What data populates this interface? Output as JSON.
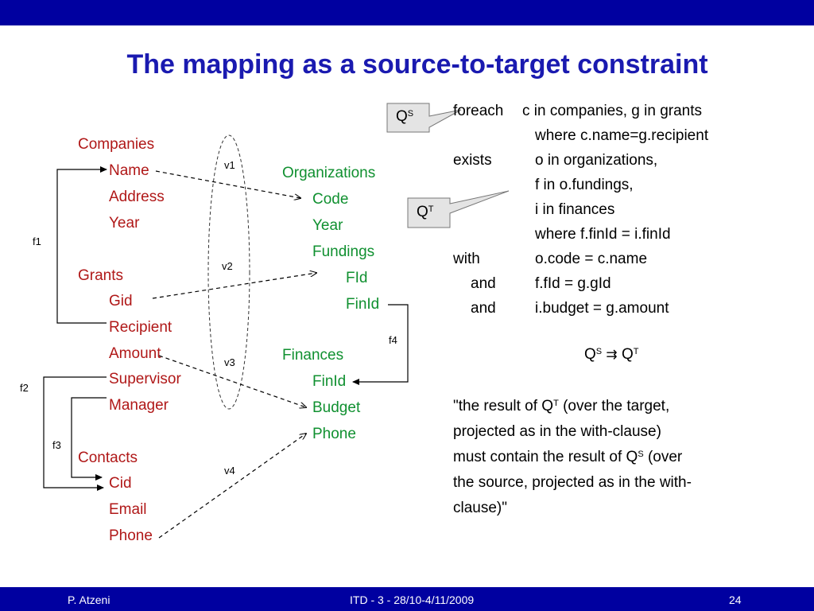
{
  "title": "The mapping as a source-to-target constraint",
  "source": {
    "companies": {
      "label": "Companies",
      "attrs": [
        "Name",
        "Address",
        "Year"
      ]
    },
    "grants": {
      "label": "Grants",
      "attrs": [
        "Gid",
        "Recipient",
        "Amount",
        "Supervisor",
        "Manager"
      ]
    },
    "contacts": {
      "label": "Contacts",
      "attrs": [
        "Cid",
        "Email",
        "Phone"
      ]
    }
  },
  "target": {
    "organizations": {
      "label": "Organizations",
      "attrs": [
        "Code",
        "Year",
        "Fundings"
      ],
      "fundings_attrs": [
        "FId",
        "FinId"
      ]
    },
    "finances": {
      "label": "Finances",
      "attrs": [
        "FinId",
        "Budget",
        "Phone"
      ]
    }
  },
  "edge_labels": {
    "v1": "v1",
    "v2": "v2",
    "v3": "v3",
    "v4": "v4",
    "f1": "f1",
    "f2": "f2",
    "f3": "f3",
    "f4": "f4"
  },
  "callouts": {
    "qs_base": "Q",
    "qs_sup": "S",
    "qt_base": "Q",
    "qt_sup": "T"
  },
  "query": {
    "lines": [
      {
        "kw": "foreach",
        "body": "c in companies, g in grants"
      },
      {
        "kw": "",
        "body": "where c.name=g.recipient"
      },
      {
        "kw": "exists",
        "body": "o in organizations,"
      },
      {
        "kw": "",
        "body": "f in o.fundings,"
      },
      {
        "kw": "",
        "body": "i in finances"
      },
      {
        "kw": "",
        "body": "where f.finId = i.finId"
      },
      {
        "kw": "with",
        "body": "o.code = c.name"
      },
      {
        "kw": "and",
        "body": "f.fId = g.gId"
      },
      {
        "kw": "and",
        "body": "i.budget = g.amount"
      }
    ],
    "constraint": {
      "lhs": "Q",
      "lhs_sup": "S",
      "op": "⇉",
      "rhs": "Q",
      "rhs_sup": "T"
    },
    "quote": [
      {
        "t": "\"the result of Q"
      },
      {
        "sup": "T"
      },
      {
        "t": " (over the target,"
      },
      {
        "br": true
      },
      {
        "t": "projected as in the with-clause)"
      },
      {
        "br": true
      },
      {
        "t": "must contain the result of Q"
      },
      {
        "sup": "S"
      },
      {
        "t": " (over"
      },
      {
        "br": true
      },
      {
        "t": "the source, projected as in the with-"
      },
      {
        "br": true
      },
      {
        "t": "clause)\""
      }
    ]
  },
  "footer": {
    "author": "P. Atzeni",
    "course": "ITD - 3 - 28/10-4/11/2009",
    "page": "24"
  },
  "colors": {
    "bar": "#0000a0",
    "title": "#1a1ab0",
    "source": "#b01818",
    "target": "#109030"
  }
}
